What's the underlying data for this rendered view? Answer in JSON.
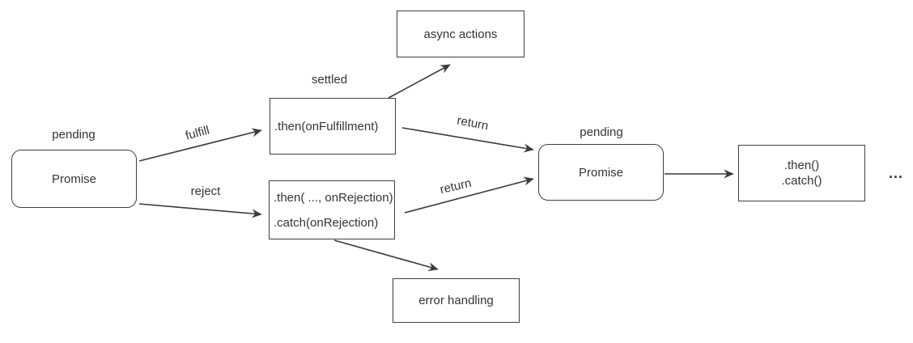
{
  "diagram": {
    "nodes": {
      "promise1": {
        "label": "Promise",
        "state": "pending"
      },
      "then_fulfillment": {
        "label": ".then(onFulfillment)",
        "state": "settled"
      },
      "rejection_handlers": {
        "line1": ".then( ..., onRejection)",
        "line2": ".catch(onRejection)"
      },
      "async_actions": {
        "label": "async actions"
      },
      "error_handling": {
        "label": "error handling"
      },
      "promise2": {
        "label": "Promise",
        "state": "pending"
      },
      "next_handlers": {
        "line1": ".then()",
        "line2": ".catch()"
      },
      "continuation": {
        "label": "..."
      }
    },
    "edges": {
      "fulfill": "fulfill",
      "reject": "reject",
      "return_top": "return",
      "return_bottom": "return"
    },
    "colors": {
      "line": "#3a3a3a",
      "border": "#3f3f3f",
      "text": "#33333b",
      "background": "#ffffff"
    }
  }
}
